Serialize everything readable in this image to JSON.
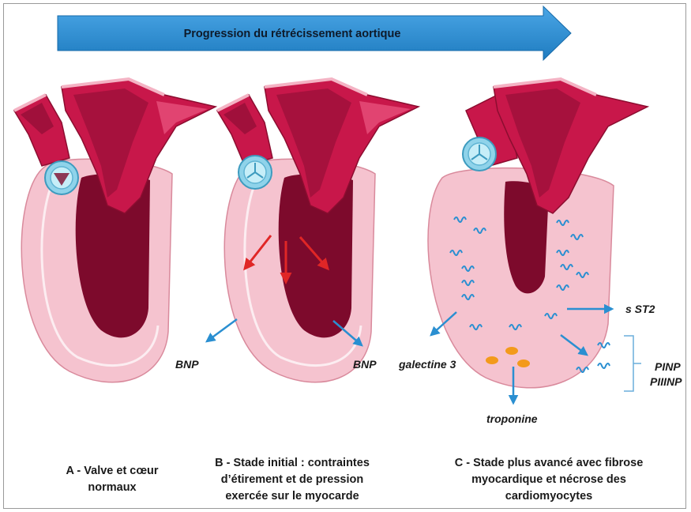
{
  "banner": {
    "text": "Progression du rétrécissement aortique",
    "color": "#2b8fd6"
  },
  "colors": {
    "vessel": "#c8174a",
    "vessel_dark": "#8c0d30",
    "myocardium": "#f5c3cf",
    "cavity": "#7d0a2c",
    "valve": "#8fd3ea",
    "arrow_blue": "#2a8fd1",
    "arrow_red": "#e02626",
    "fibrosis": "#2a8fd1",
    "necrosis": "#f39a1b"
  },
  "markers": {
    "bnp_left": "BNP",
    "bnp_right": "BNP",
    "galectine": "galectine 3",
    "troponine": "troponine",
    "sst2": "s ST2",
    "pinp": "PINP",
    "piiinp": "PIIINP"
  },
  "captions": {
    "a_line1": "A - Valve et cœur",
    "a_line2": "normaux",
    "b_line1": "B - Stade initial : contraintes",
    "b_line2": "d’étirement et de pression",
    "b_line3": "exercée sur le myocarde",
    "c_line1": "C - Stade plus avancé avec fibrose",
    "c_line2": "myocardique et nécrose des",
    "c_line3": "cardiomyocytes"
  }
}
